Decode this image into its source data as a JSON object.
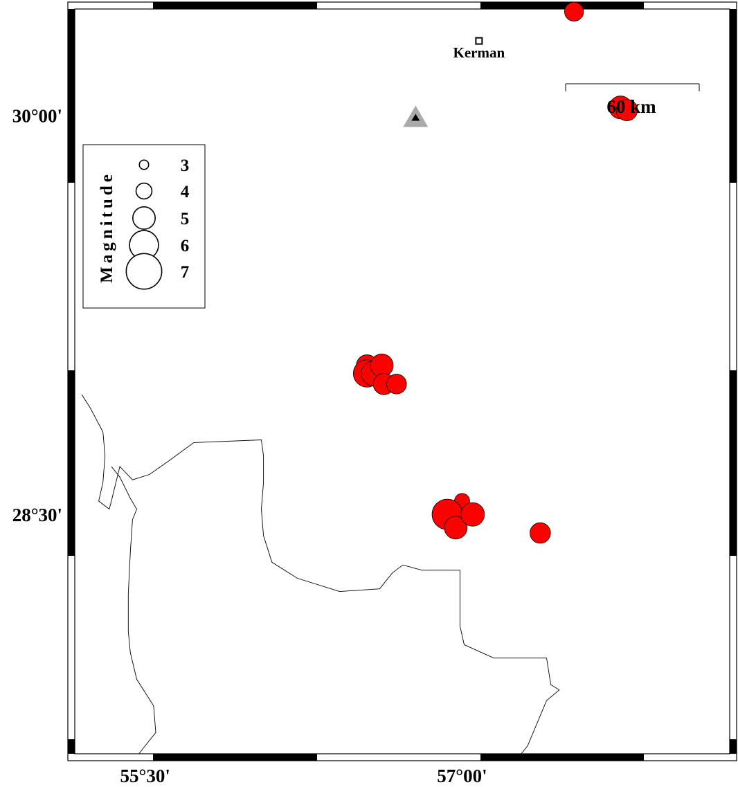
{
  "map": {
    "lon_range": [
      55.1667,
      58.2667
    ],
    "lat_range": [
      27.6,
      30.4
    ],
    "tick_labels_x": [
      {
        "lon": 55.5,
        "label": "55°30'"
      },
      {
        "lon": 57.0,
        "label": "57°00'"
      }
    ],
    "tick_labels_y": [
      {
        "lat": 30.0,
        "label": "30°00'"
      },
      {
        "lat": 28.5,
        "label": "28°30'"
      }
    ],
    "city": {
      "name": "Kerman",
      "lon": 57.08,
      "lat": 30.28
    },
    "station": {
      "lon": 56.78,
      "lat": 29.99,
      "color_outer": "#aaaaaa",
      "color_inner": "#000000"
    },
    "scale_bar": {
      "label": "60 km",
      "length_km": 60
    },
    "legend": {
      "title": "Magnitude",
      "entries": [
        {
          "mag": 3,
          "label": "3"
        },
        {
          "mag": 4,
          "label": "4"
        },
        {
          "mag": 5,
          "label": "5"
        },
        {
          "mag": 6,
          "label": "6"
        },
        {
          "mag": 7,
          "label": "7"
        }
      ]
    },
    "event_color": "#ff0000",
    "events": [
      {
        "lon": 57.53,
        "lat": 30.39,
        "mag": 4.5
      },
      {
        "lon": 57.75,
        "lat": 30.03,
        "mag": 5.0
      },
      {
        "lon": 57.78,
        "lat": 30.02,
        "mag": 4.8
      },
      {
        "lon": 56.55,
        "lat": 29.06,
        "mag": 4.8
      },
      {
        "lon": 56.6,
        "lat": 29.04,
        "mag": 4.8
      },
      {
        "lon": 56.55,
        "lat": 29.03,
        "mag": 5.6
      },
      {
        "lon": 56.58,
        "lat": 29.03,
        "mag": 5.2
      },
      {
        "lon": 56.62,
        "lat": 29.06,
        "mag": 5.0
      },
      {
        "lon": 56.63,
        "lat": 28.99,
        "mag": 4.8
      },
      {
        "lon": 56.69,
        "lat": 28.99,
        "mag": 4.6
      },
      {
        "lon": 57.0,
        "lat": 28.55,
        "mag": 4.0
      },
      {
        "lon": 56.93,
        "lat": 28.5,
        "mag": 6.0
      },
      {
        "lon": 56.97,
        "lat": 28.45,
        "mag": 5.0
      },
      {
        "lon": 57.05,
        "lat": 28.5,
        "mag": 5.1
      },
      {
        "lon": 57.37,
        "lat": 28.43,
        "mag": 4.7
      }
    ],
    "coastline": [
      [
        55.2,
        28.95
      ],
      [
        55.24,
        28.9
      ],
      [
        55.3,
        28.81
      ],
      [
        55.31,
        28.72
      ],
      [
        55.3,
        28.62
      ],
      [
        55.28,
        28.55
      ],
      [
        55.33,
        28.52
      ],
      [
        55.34,
        28.55
      ],
      [
        55.38,
        28.68
      ],
      [
        55.44,
        28.63
      ],
      [
        55.52,
        28.65
      ],
      [
        55.61,
        28.7
      ],
      [
        55.73,
        28.77
      ],
      [
        56.05,
        28.78
      ],
      [
        56.06,
        28.72
      ],
      [
        56.06,
        28.62
      ],
      [
        56.05,
        28.52
      ],
      [
        56.06,
        28.42
      ],
      [
        56.1,
        28.32
      ],
      [
        56.22,
        28.26
      ],
      [
        56.42,
        28.21
      ],
      [
        56.61,
        28.22
      ],
      [
        56.67,
        28.28
      ],
      [
        56.72,
        28.31
      ],
      [
        56.81,
        28.29
      ],
      [
        56.99,
        28.29
      ],
      [
        56.99,
        28.08
      ],
      [
        57.01,
        28.01
      ],
      [
        57.15,
        27.96
      ],
      [
        57.4,
        27.96
      ],
      [
        57.42,
        27.86
      ],
      [
        57.46,
        27.84
      ],
      [
        57.4,
        27.8
      ],
      [
        57.31,
        27.63
      ],
      [
        57.28,
        27.6
      ]
    ],
    "coastline_sw": [
      [
        55.47,
        27.6
      ],
      [
        55.5,
        27.63
      ],
      [
        55.55,
        27.68
      ],
      [
        55.54,
        27.78
      ],
      [
        55.46,
        27.88
      ],
      [
        55.43,
        27.98
      ],
      [
        55.42,
        28.06
      ],
      [
        55.42,
        28.2
      ],
      [
        55.43,
        28.36
      ],
      [
        55.44,
        28.48
      ],
      [
        55.46,
        28.52
      ],
      [
        55.43,
        28.56
      ],
      [
        55.38,
        28.64
      ],
      [
        55.34,
        28.68
      ]
    ]
  }
}
